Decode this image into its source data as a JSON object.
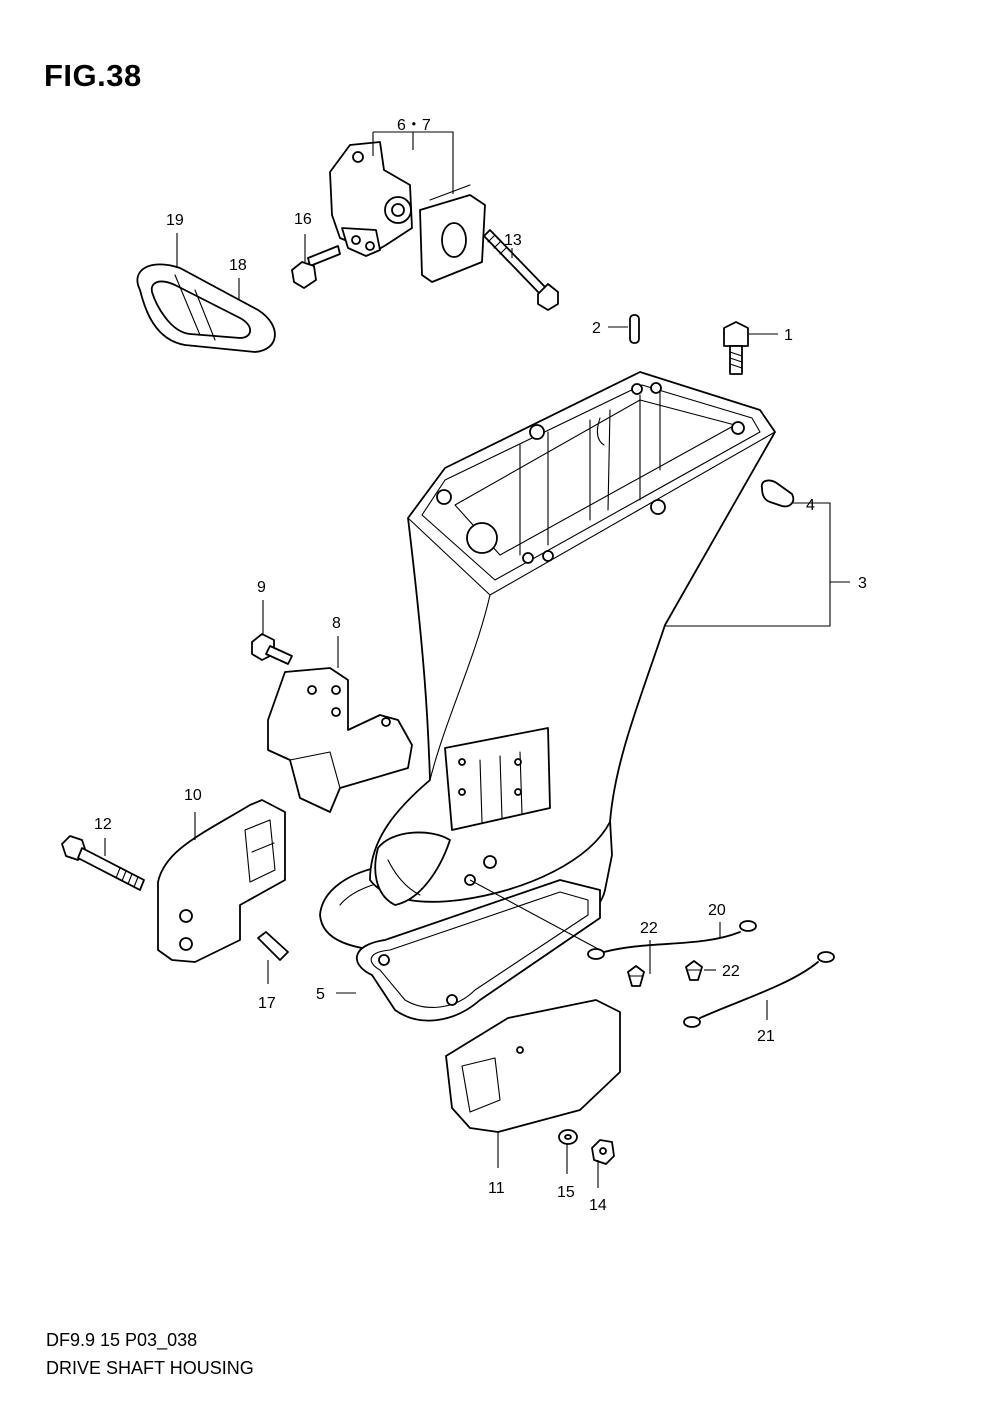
{
  "figure": {
    "title": "FIG.38"
  },
  "footer": {
    "code": "DF9.9 15 P03_038",
    "name": "DRIVE SHAFT HOUSING"
  },
  "callouts": [
    {
      "id": "1",
      "label": "1"
    },
    {
      "id": "2",
      "label": "2"
    },
    {
      "id": "3",
      "label": "3"
    },
    {
      "id": "4",
      "label": "4"
    },
    {
      "id": "5",
      "label": "5"
    },
    {
      "id": "6-7",
      "label": "6・7"
    },
    {
      "id": "8",
      "label": "8"
    },
    {
      "id": "9",
      "label": "9"
    },
    {
      "id": "10",
      "label": "10"
    },
    {
      "id": "11",
      "label": "11"
    },
    {
      "id": "12",
      "label": "12"
    },
    {
      "id": "13",
      "label": "13"
    },
    {
      "id": "14",
      "label": "14"
    },
    {
      "id": "15",
      "label": "15"
    },
    {
      "id": "16",
      "label": "16"
    },
    {
      "id": "17",
      "label": "17"
    },
    {
      "id": "18",
      "label": "18"
    },
    {
      "id": "19",
      "label": "19"
    },
    {
      "id": "20",
      "label": "20"
    },
    {
      "id": "21",
      "label": "21"
    },
    {
      "id": "22a",
      "label": "22"
    },
    {
      "id": "22b",
      "label": "22"
    }
  ]
}
